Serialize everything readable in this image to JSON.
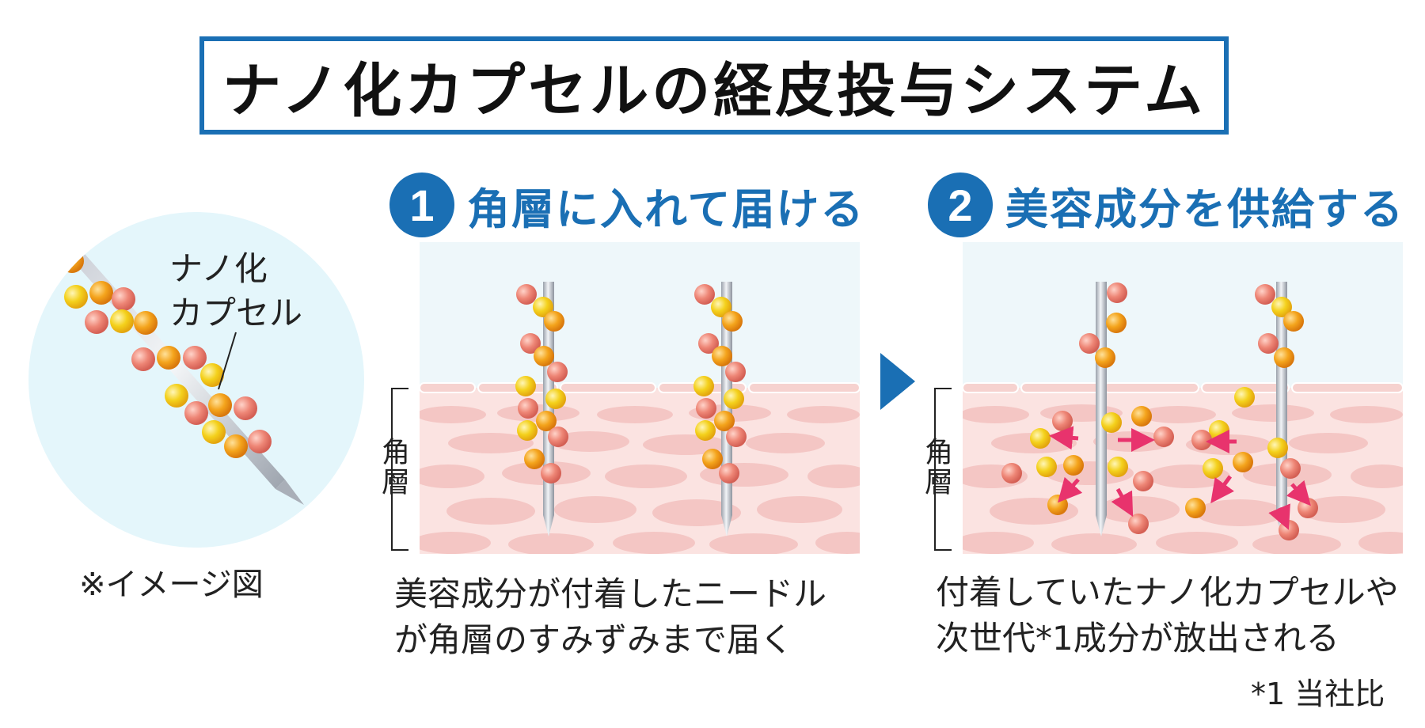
{
  "title": "ナノ化カプセルの経皮投与システム",
  "zoom": {
    "label_lines": [
      "ナノ化",
      "カプセル"
    ],
    "note": "※イメージ図"
  },
  "steps": [
    {
      "number": "1",
      "title": "角層に入れて届ける",
      "stratum_label": "角層",
      "description_lines": [
        "美容成分が付着したニードル",
        "が角層のすみずみまで届く"
      ]
    },
    {
      "number": "2",
      "title": "美容成分を供給する",
      "stratum_label": "角層",
      "description_lines": [
        "付着していたナノ化カプセルや",
        "次世代*1成分が放出される"
      ]
    }
  ],
  "footnote": "*1 当社比",
  "colors": {
    "brand_blue": "#1a6fb4",
    "zoom_bg": "#e4f6fb",
    "skin_top": "#eef7fa",
    "skin_body": "#fbe3e1",
    "capsule_yellow": "#f4c318",
    "capsule_orange": "#f09a16",
    "capsule_red": "#ec7b6e",
    "release_arrow": "#e8336d"
  },
  "icons": {
    "step_arrow": "triangle-right-icon",
    "needle": "needle-icon",
    "capsule": "capsule-icon"
  }
}
